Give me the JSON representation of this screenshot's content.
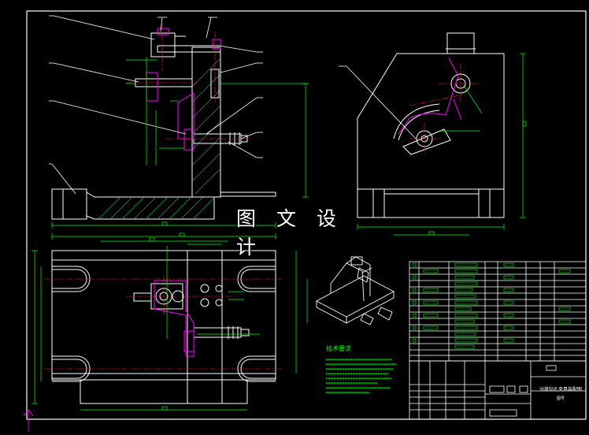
{
  "watermark": {
    "text": "图 文 设 计"
  },
  "colors": {
    "background": "#000000",
    "frame": "#ffffff",
    "dimension": "#00ff00",
    "center_line": "#ff2020",
    "hatch": "#00cc66",
    "highlight": "#ff00ff",
    "text": "#ffffff"
  },
  "icons": [
    "drawing-frame",
    "front-view",
    "side-view",
    "top-view",
    "isometric-view",
    "title-block",
    "parts-list"
  ],
  "title_block": {
    "title": "分度钻孔夹具装配图",
    "sub": "图号"
  },
  "tech_notes": {
    "heading": "技术要求"
  }
}
